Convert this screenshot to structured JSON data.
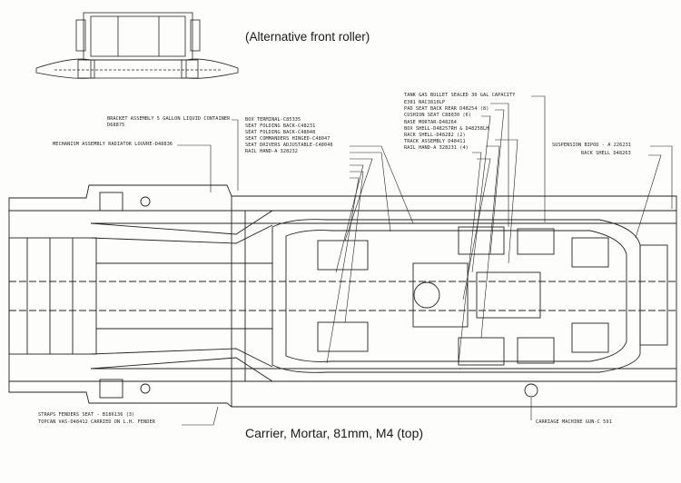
{
  "top_title": "(Alternative front roller)",
  "caption": "Carrier, Mortar, 81mm, M4 (top)",
  "labels": {
    "bracket_1": "BRACKET ASSEMBLY 5 GALLON LIQUID CONTAINER",
    "bracket_2": "D68875",
    "mechanism": "MECHANISM ASSEMBLY RADIATOR LOUVRE-D48836",
    "box_terminal": "BOX TERMINAL-C85335",
    "seat_folding_back_1": "SEAT FOLDING BACK-C48231",
    "seat_folding_back_2": "SEAT FOLDING BACK-C48048",
    "seat_commanders": "SEAT COMMANDERS HINGED-C48047",
    "seat_drivers": "SEAT DRIVERS ADJUSTABLE-C48046",
    "rail_hand_1": "RAIL HAND-A 328232",
    "tank_gas": "TANK GAS BULLET SEALED 30 GAL CAPACITY",
    "tank_gas_code": "E381 NAC3810LP",
    "pad_seat": "PAD SEAT BACK REAR D48254 (8)",
    "cushion_seat": "CUSHION SEAT C88030 (6)",
    "base_mortar": "BASE MORTAR-D48264",
    "box_shell": "BOX SHELL-D48257RH & D48258LH",
    "rack_shell_1": "RACK SHELL-D48282 (2)",
    "track_assembly": "TRACK ASSEMBLY D48411",
    "rail_hand_2": "RAIL HAND-A 328231 (4)",
    "suspension": "SUSPENSION BIPOD - A 226231",
    "rack_shell_2": "RACK SHELL D48263",
    "straps_1": "STRAPS FENDERS SEAT - B186136 (3)",
    "straps_2": "TOPCAN VAS-D48412 CARRIED ON L.H. FENDER",
    "carriage": "CARRIAGE MACHINE GUN-C 591"
  }
}
